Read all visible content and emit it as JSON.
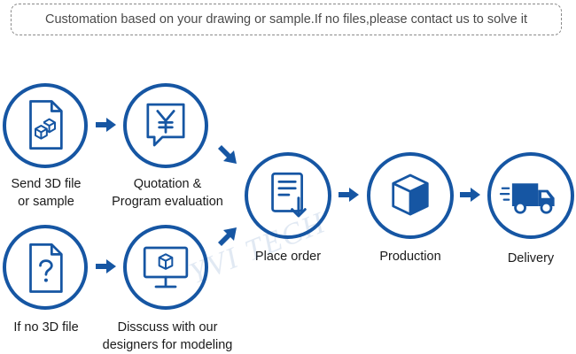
{
  "banner": {
    "text": "Customation based on your drawing or sample.If no files,please contact us to solve it"
  },
  "steps": {
    "send_file": {
      "label": "Send 3D file\nor sample",
      "icon": "3d-file-icon"
    },
    "quotation": {
      "label": "Quotation &\nProgram evaluation",
      "icon": "yen-chat-icon"
    },
    "no_file": {
      "label": "If no 3D file",
      "icon": "question-file-icon"
    },
    "discuss": {
      "label": "Disscuss with our\ndesigners for modeling",
      "icon": "monitor-cube-icon"
    },
    "place_order": {
      "label": "Place order",
      "icon": "order-download-icon"
    },
    "production": {
      "label": "Production",
      "icon": "box-icon"
    },
    "delivery": {
      "label": "Delivery",
      "icon": "truck-icon"
    }
  },
  "watermark": {
    "text": "YVI TECH"
  },
  "colors": {
    "accent": "#1656a3",
    "text": "#1a1a1a",
    "banner_border": "#8a8a8a"
  }
}
